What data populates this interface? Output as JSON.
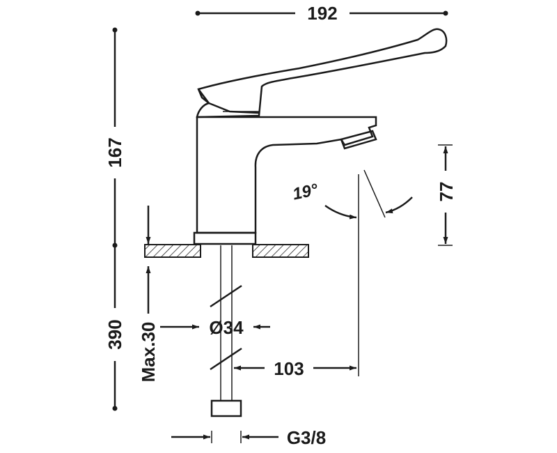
{
  "dimensions": {
    "width": "192",
    "height_body": "167",
    "height_lower": "390",
    "spout_height": "77",
    "spout_reach": "103",
    "base_diameter": "Ø34",
    "max_thickness": "Max.30",
    "connection": "G3/8",
    "angle": "19°"
  }
}
